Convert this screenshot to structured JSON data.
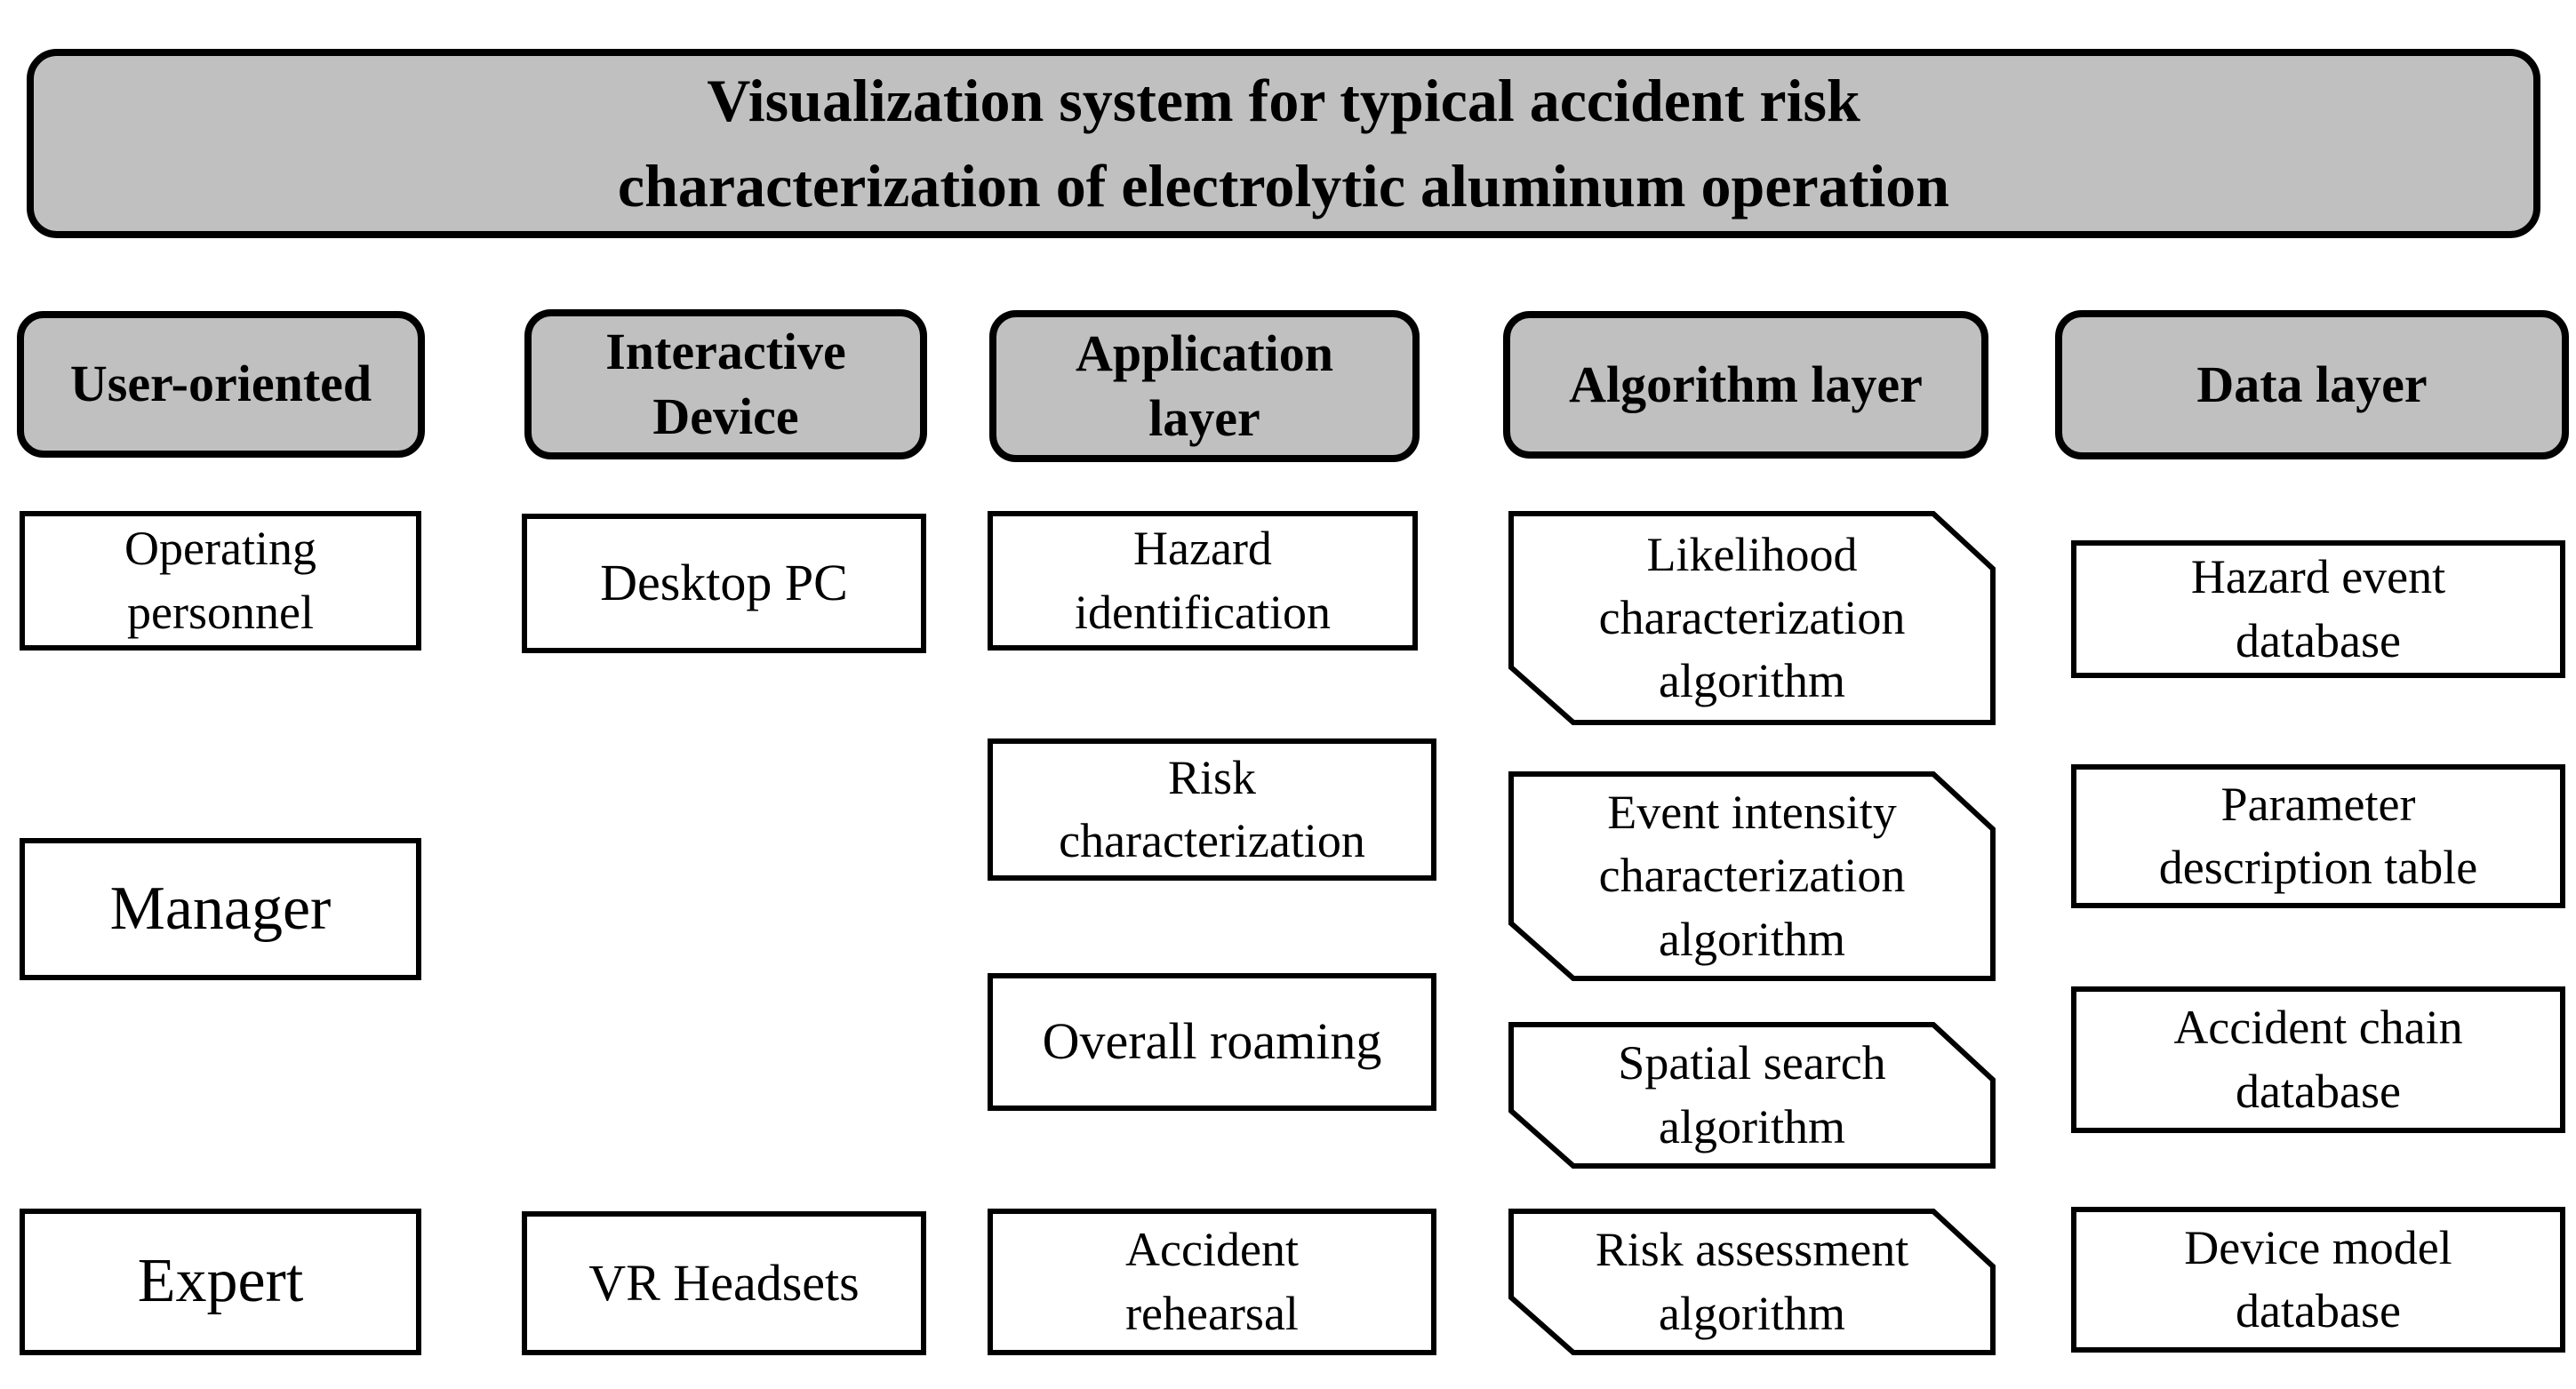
{
  "title": {
    "text": "Visualization system for typical accident risk\ncharacterization of electrolytic aluminum operation"
  },
  "colors": {
    "header_fill": "#c0c0c0",
    "box_fill": "#ffffff",
    "border": "#000000"
  },
  "columns": [
    {
      "header": "User-oriented",
      "items": [
        "Operating\npersonnel",
        "Manager",
        "Expert"
      ]
    },
    {
      "header": "Interactive\nDevice",
      "items": [
        "Desktop PC",
        "VR Headsets"
      ]
    },
    {
      "header": "Application\nlayer",
      "items": [
        "Hazard\nidentification",
        "Risk\ncharacterization",
        "Overall roaming",
        "Accident\nrehearsal"
      ]
    },
    {
      "header": "Algorithm layer",
      "items": [
        "Likelihood\ncharacterization\nalgorithm",
        "Event intensity\ncharacterization\nalgorithm",
        "Spatial search\nalgorithm",
        "Risk assessment\nalgorithm"
      ]
    },
    {
      "header": "Data layer",
      "items": [
        "Hazard event\ndatabase",
        "Parameter\ndescription table",
        "Accident chain\ndatabase",
        "Device model\ndatabase"
      ]
    }
  ]
}
